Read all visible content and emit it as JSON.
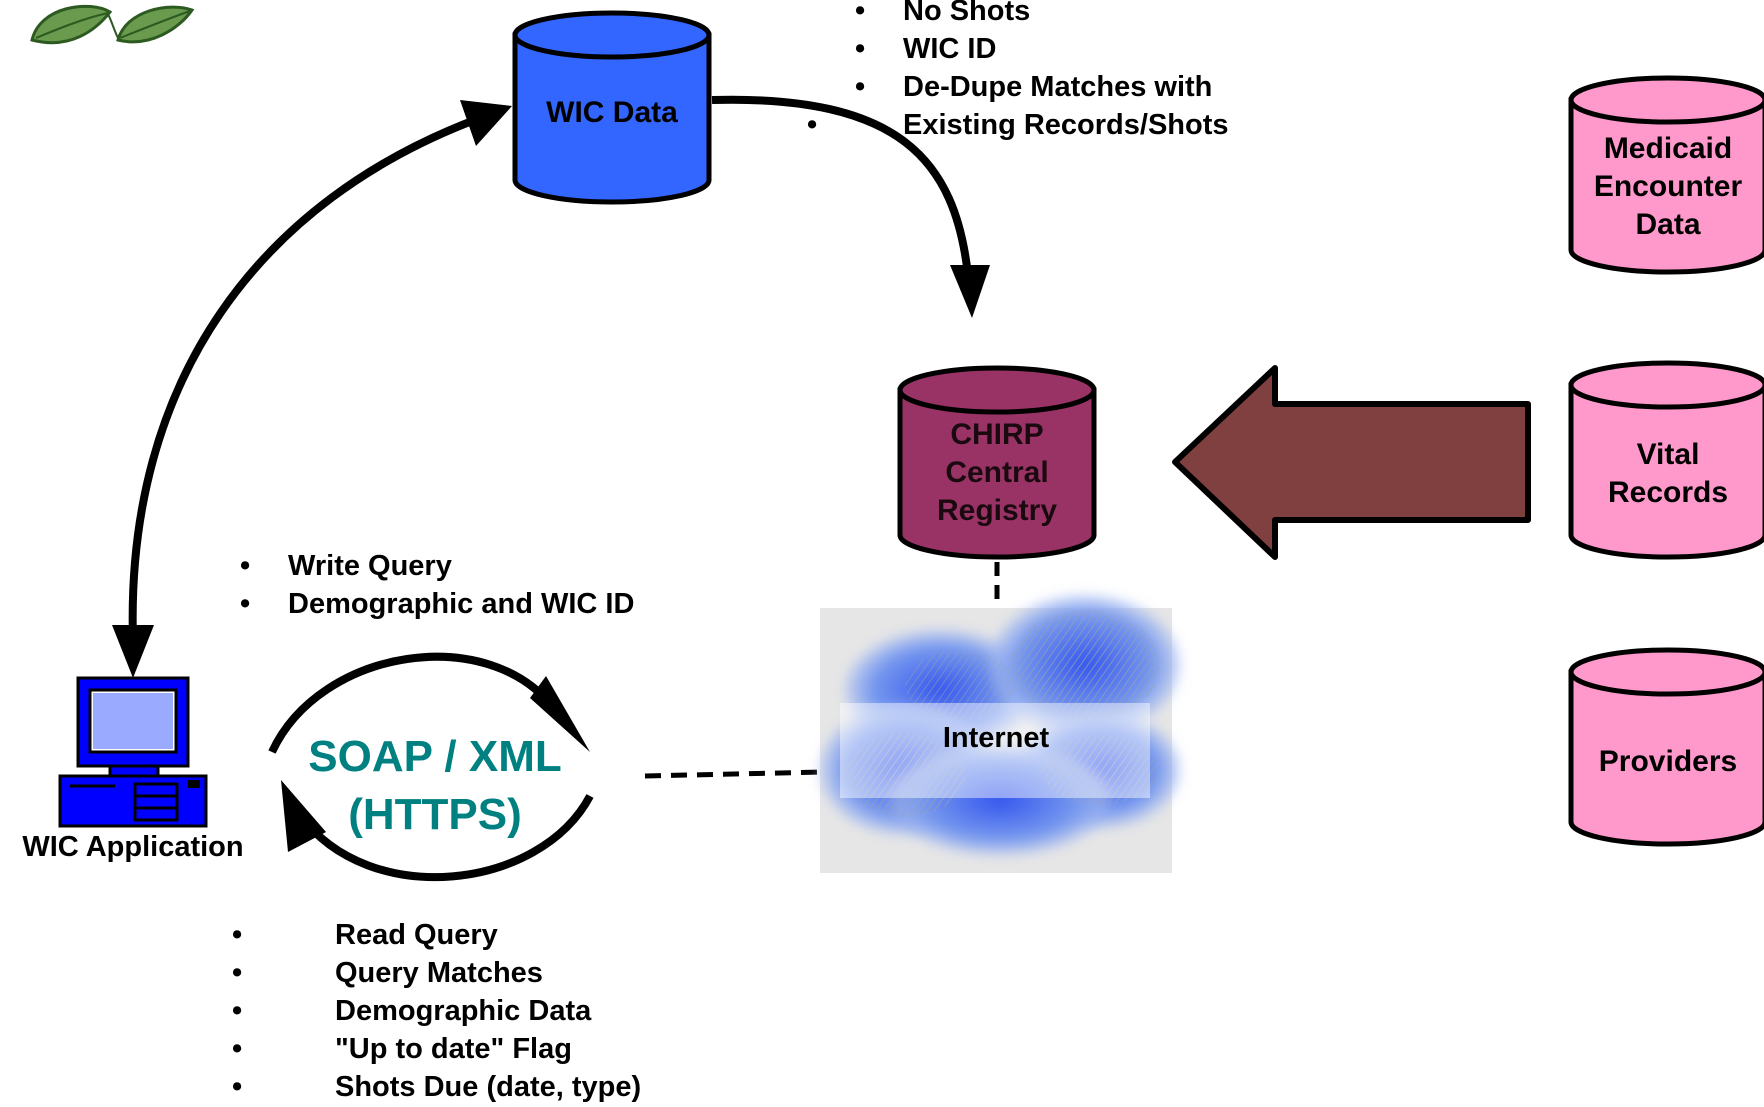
{
  "nodes": {
    "wic_data": {
      "label": "WIC Data",
      "fill": "#3366ff"
    },
    "chirp": {
      "lines": [
        "CHIRP",
        "Central",
        "Registry"
      ],
      "fill": "#993366"
    },
    "medicaid": {
      "lines": [
        "Medicaid",
        "Encounter",
        "Data"
      ],
      "fill": "#ff99cc"
    },
    "vital": {
      "lines": [
        "Vital",
        "Records"
      ],
      "fill": "#ff99cc"
    },
    "providers": {
      "label": "Providers",
      "fill": "#ff99cc"
    },
    "internet": {
      "label": "Internet"
    },
    "wic_app": {
      "label": "WIC Application",
      "monitor_color": "#0000ff"
    }
  },
  "soap": {
    "line1": "SOAP / XML",
    "line2": "(HTTPS)",
    "color": "#008080"
  },
  "arrow_colors": {
    "feed_arrow": "#804040",
    "lines": "#000000"
  },
  "wic_data_notes": [
    "No Shots",
    "WIC ID",
    "De-Dupe Matches with",
    "Existing Records/Shots"
  ],
  "write_notes": [
    "Write Query",
    "Demographic and WIC ID"
  ],
  "read_notes": [
    "Read Query",
    "Query Matches",
    "Demographic Data",
    "\"Up to date\" Flag",
    "Shots Due (date, type)"
  ],
  "decor": {
    "logo_icon": "leaf-icon",
    "leaf_color": "#6a9a4e"
  }
}
